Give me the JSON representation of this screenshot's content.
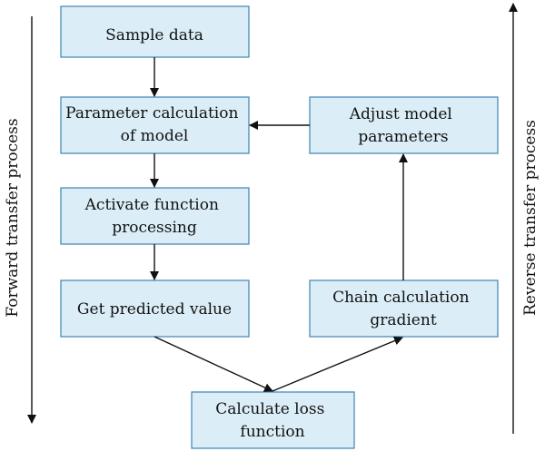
{
  "side_labels": {
    "left": "Forward transfer process",
    "right": "Reverse transfer process"
  },
  "nodes": {
    "sample_data": {
      "lines": [
        "Sample data"
      ]
    },
    "parameter_calculation": {
      "lines": [
        "Parameter calculation",
        "of model"
      ]
    },
    "activate_function": {
      "lines": [
        "Activate function",
        "processing"
      ]
    },
    "get_predicted_value": {
      "lines": [
        "Get predicted value"
      ]
    },
    "calculate_loss": {
      "lines": [
        "Calculate loss",
        "function"
      ]
    },
    "chain_calculation": {
      "lines": [
        "Chain calculation",
        "gradient"
      ]
    },
    "adjust_parameters": {
      "lines": [
        "Adjust model",
        "parameters"
      ]
    }
  }
}
